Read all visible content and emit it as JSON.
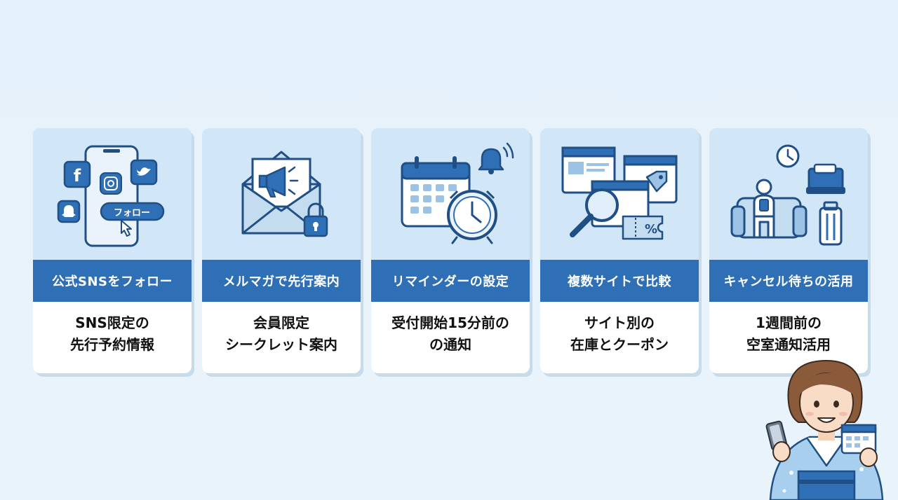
{
  "cards": [
    {
      "title": "公式SNSをフォロー",
      "lines": [
        "SNS限定の",
        "先行予約情報"
      ],
      "badge": "フォロー",
      "icon": "social-phone-icon"
    },
    {
      "title": "メルマガで先行案内",
      "lines": [
        "会員限定",
        "シークレット案内"
      ],
      "icon": "newsletter-icon"
    },
    {
      "title": "リマインダーの設定",
      "lines": [
        "受付開始15分前の",
        "の通知"
      ],
      "icon": "calendar-alarm-icon"
    },
    {
      "title": "複数サイトで比較",
      "lines": [
        "サイト別の",
        "在庫とクーポン"
      ],
      "coupon": "%",
      "icon": "compare-sites-icon"
    },
    {
      "title": "キャンセル待ちの活用",
      "lines": [
        "1週間前の",
        "空室通知活用"
      ],
      "icon": "waiting-room-icon"
    }
  ],
  "colors": {
    "accent": "#2f6fb5",
    "dark": "#1f4f85",
    "light": "#d1e6f6",
    "background": "#e6f2fb"
  }
}
